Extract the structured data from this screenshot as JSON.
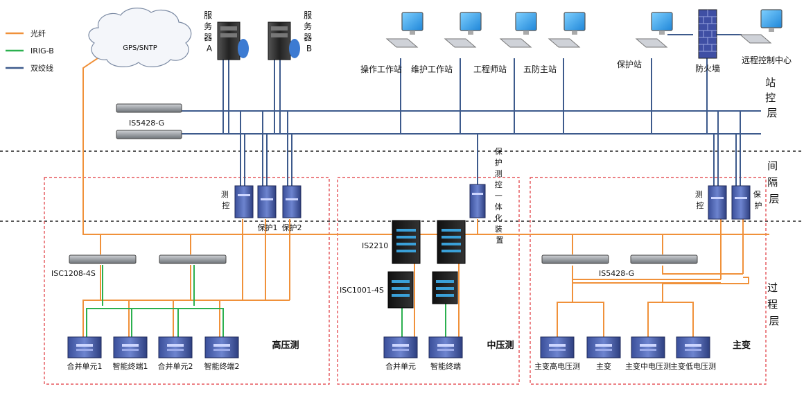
{
  "colors": {
    "fiber": "#f0913a",
    "irigb": "#2bb04f",
    "twisted": "#3d5a8c",
    "zone_border": "#e0353b",
    "layer_divider": "#222222"
  },
  "legend": {
    "items": [
      {
        "label": "光纤",
        "color": "#f0913a"
      },
      {
        "label": "IRIG-B",
        "color": "#2bb04f"
      },
      {
        "label": "双绞线",
        "color": "#3d5a8c"
      }
    ]
  },
  "cloud": {
    "label": "GPS/SNTP"
  },
  "servers": {
    "a_label": "服务器A",
    "b_label": "服务器B"
  },
  "workstations": [
    {
      "label": "操作工作站"
    },
    {
      "label": "维护工作站"
    },
    {
      "label": "工程师站"
    },
    {
      "label": "五防主站"
    },
    {
      "label": "保护站"
    }
  ],
  "firewall": {
    "label": "防火墙"
  },
  "remote_center": {
    "label": "远程控制中心"
  },
  "station_switch": {
    "label": "IS5428-G"
  },
  "layers": {
    "station": "站控层",
    "bay": "间隔层",
    "process": "过程层"
  },
  "hv": {
    "title": "高压测",
    "measure": "测控",
    "prot1": "保护1",
    "prot2": "保护2",
    "switch_label": "ISC1208-4S",
    "devices": [
      "合并单元1",
      "智能终端1",
      "合并单元2",
      "智能终端2"
    ]
  },
  "mv": {
    "title": "中压测",
    "integrated": "保护测控一体化装置",
    "switch_label": "IS2210",
    "switch2_label": "ISC1001-4S",
    "devices": [
      "合并单元",
      "智能终端"
    ]
  },
  "mt": {
    "title": "主变",
    "measure": "测控",
    "protect": "保护",
    "switch_label": "IS5428-G",
    "devices": [
      "主变高电压测",
      "主变",
      "主变中电压测",
      "主变低电压测"
    ]
  }
}
